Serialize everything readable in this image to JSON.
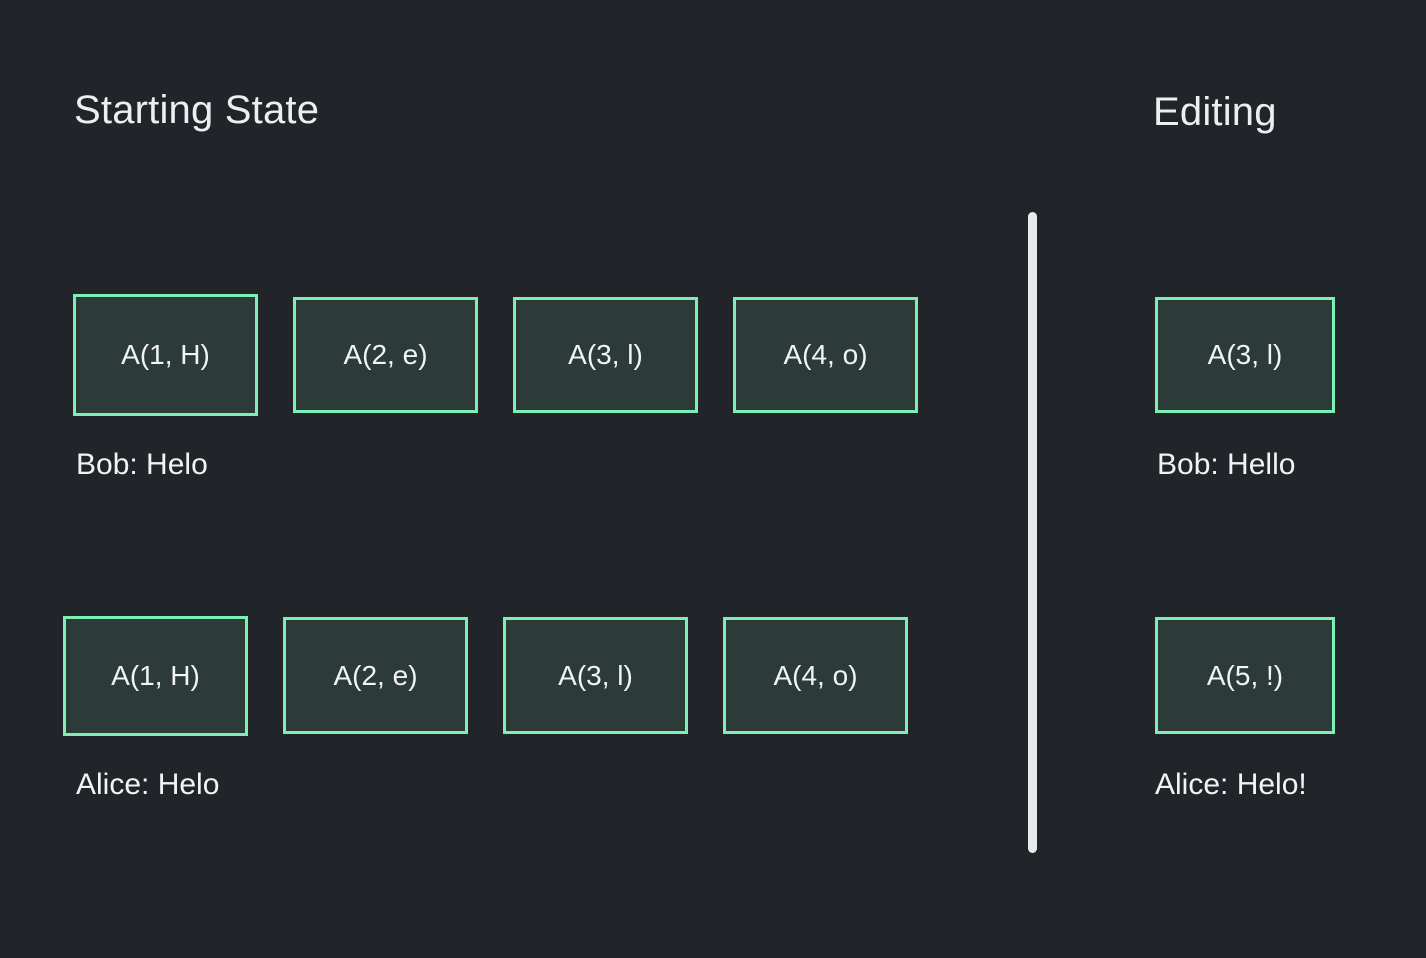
{
  "colors": {
    "background": "#212529",
    "box_border": "#7cefb4",
    "box_fill": "#2c3a38",
    "text": "#f1f3f4",
    "divider": "#e8eaec"
  },
  "headings": {
    "left": "Starting State",
    "right": "Editing"
  },
  "divider": {
    "orientation": "vertical"
  },
  "rows": [
    {
      "id": "bob",
      "left_ops": [
        {
          "label": "A(1, H)"
        },
        {
          "label": "A(2, e)"
        },
        {
          "label": "A(3, l)"
        },
        {
          "label": "A(4, o)"
        }
      ],
      "left_caption": "Bob: Helo",
      "right_ops": [
        {
          "label": "A(3, l)"
        }
      ],
      "right_caption": "Bob: Hello"
    },
    {
      "id": "alice",
      "left_ops": [
        {
          "label": "A(1, H)"
        },
        {
          "label": "A(2, e)"
        },
        {
          "label": "A(3, l)"
        },
        {
          "label": "A(4, o)"
        }
      ],
      "left_caption": "Alice: Helo",
      "right_ops": [
        {
          "label": "A(5, !)"
        }
      ],
      "right_caption": "Alice: Helo!"
    }
  ]
}
